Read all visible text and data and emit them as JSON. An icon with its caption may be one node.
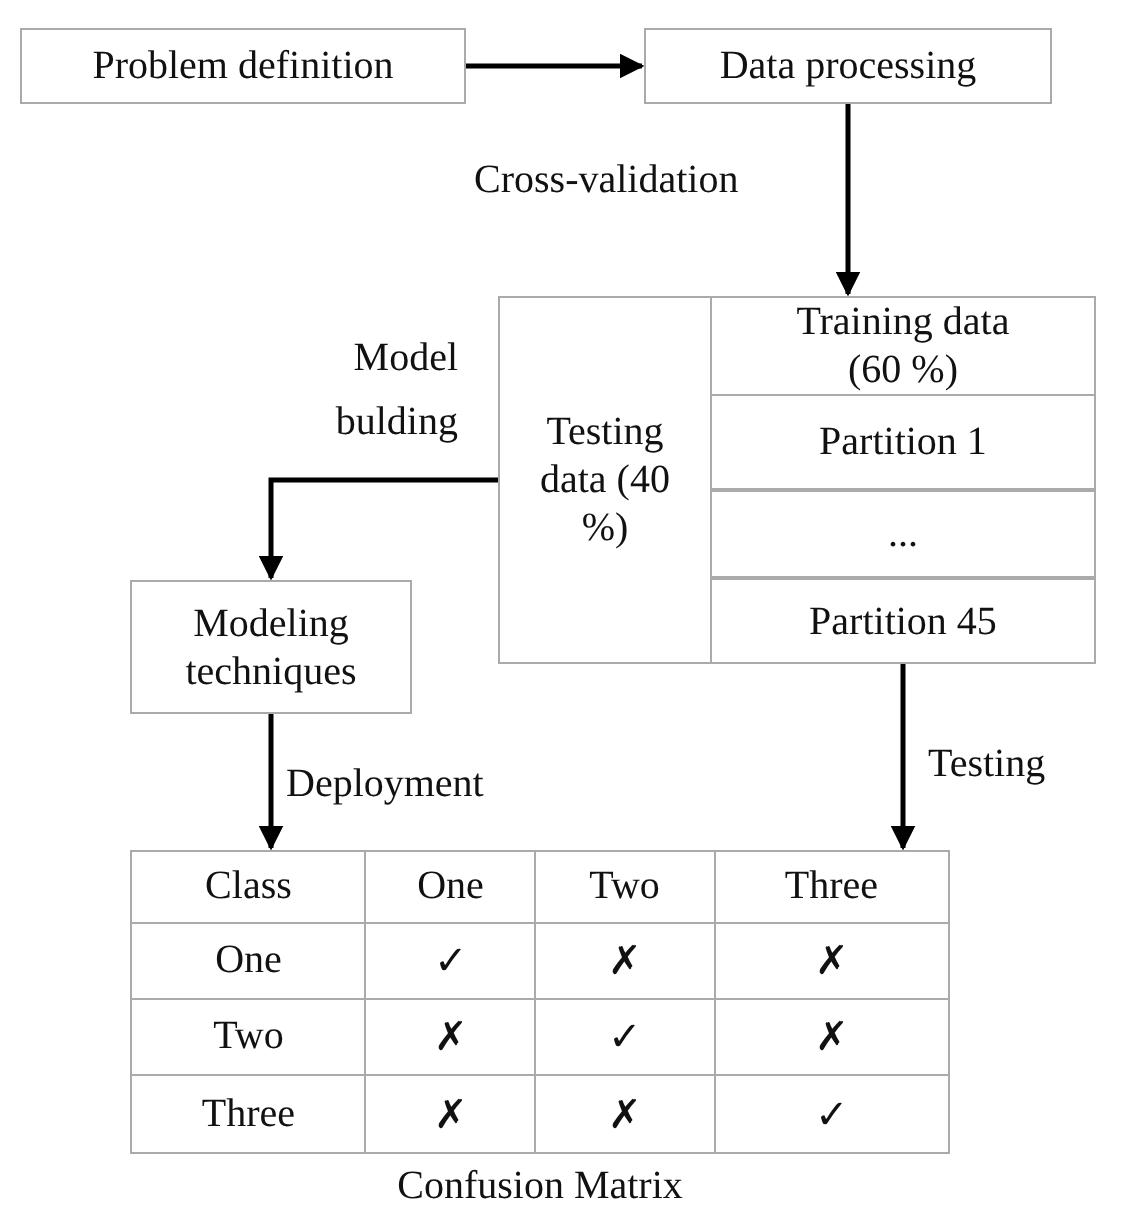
{
  "diagram": {
    "nodes": [
      {
        "text": [
          "Problem definition"
        ]
      },
      {
        "text": [
          "Data processing"
        ]
      },
      {
        "text": [
          "Training data (60 %)"
        ]
      },
      {
        "text": [
          "Testing data (40 %)"
        ]
      },
      {
        "text": [
          "Partition 1"
        ]
      },
      {
        "text": [
          "..."
        ]
      },
      {
        "text": [
          "Partition 45"
        ]
      },
      {
        "text": [
          "Modeling techniques"
        ]
      },
      {
        "text": [],
        "shape": "box",
        "beside": [
          "Confusion Matrix"
        ]
      }
    ],
    "edges": [
      {
        "from": 0,
        "to": 1,
        "arrow": "to"
      },
      {
        "from": 1,
        "to": 2,
        "arrow": "to",
        "label": "Cross-validation"
      },
      {
        "from": 3,
        "to": 7,
        "arrow": "to",
        "label": "Model bulding"
      },
      {
        "from": 6,
        "to": 8,
        "arrow": "to",
        "label": "Testing"
      },
      {
        "from": 7,
        "to": 8,
        "arrow": "to",
        "label": "Deployment"
      }
    ],
    "labels": [
      "Class",
      "One",
      "Two",
      "Three",
      "One",
      "✓",
      "✗",
      "✗",
      "Two",
      "✗",
      "✓",
      "✗",
      "Three",
      "✗",
      "✗",
      "✓"
    ]
  }
}
